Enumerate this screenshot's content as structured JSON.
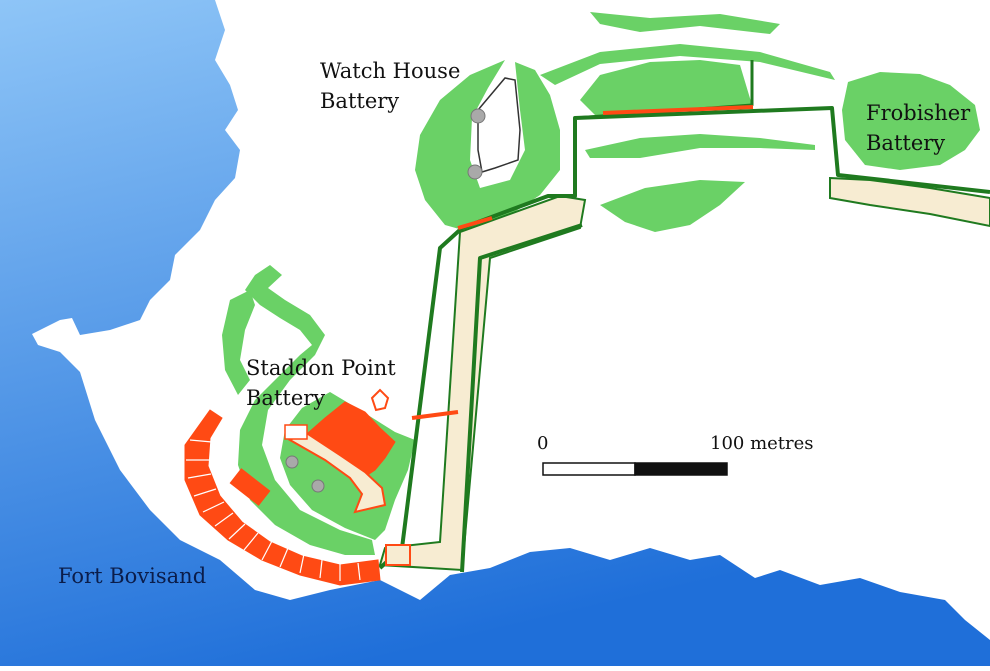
{
  "labels": {
    "watch_house_line1": "Watch House",
    "watch_house_line2": "Battery",
    "frobisher_line1": "Frobisher",
    "frobisher_line2": "Battery",
    "staddon_line1": "Staddon Point",
    "staddon_line2": "Battery",
    "fort_bovisand": "Fort Bovisand"
  },
  "scale_bar": {
    "start_label": "0",
    "end_label": "100 metres"
  },
  "colors": {
    "sea_light": "#8ec5f7",
    "sea_dark": "#1f6fd9",
    "land": "#ffffff",
    "earthworks": "#6ad166",
    "wall": "#1f7a1f",
    "rampart_fill": "#f7ecd2",
    "fort_red": "#ff4a14",
    "gun_position": "#a9a9a9"
  }
}
